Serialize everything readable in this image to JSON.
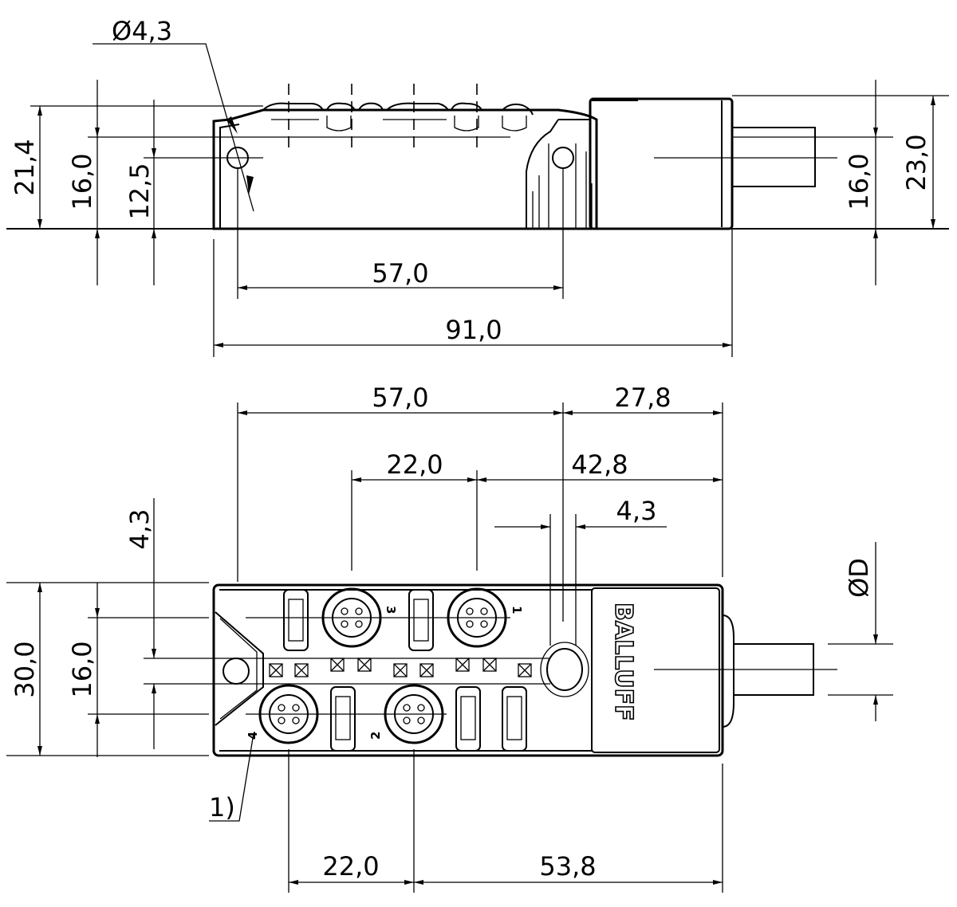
{
  "top_view": {
    "dims": {
      "hole_dia": "Ø4,3",
      "h_21_4": "21,4",
      "h_16_0_left": "16,0",
      "h_12_5": "12,5",
      "w_57_0": "57,0",
      "w_91_0": "91,0",
      "h_16_0_right": "16,0",
      "h_23_0": "23,0"
    }
  },
  "front_view": {
    "dims": {
      "w_57_0": "57,0",
      "w_27_8": "27,8",
      "w_22_0_top": "22,0",
      "w_42_8": "42,8",
      "w_4_3_h": "4,3",
      "v_4_3": "4,3",
      "h_30_0": "30,0",
      "h_16_0": "16,0",
      "dia_d": "ØD",
      "w_22_0_bottom": "22,0",
      "w_53_8": "53,8"
    },
    "port_numbers": {
      "p1": "1",
      "p2": "2",
      "p3": "3",
      "p4": "4"
    },
    "logo": "BALLUFF",
    "note": "1)"
  }
}
